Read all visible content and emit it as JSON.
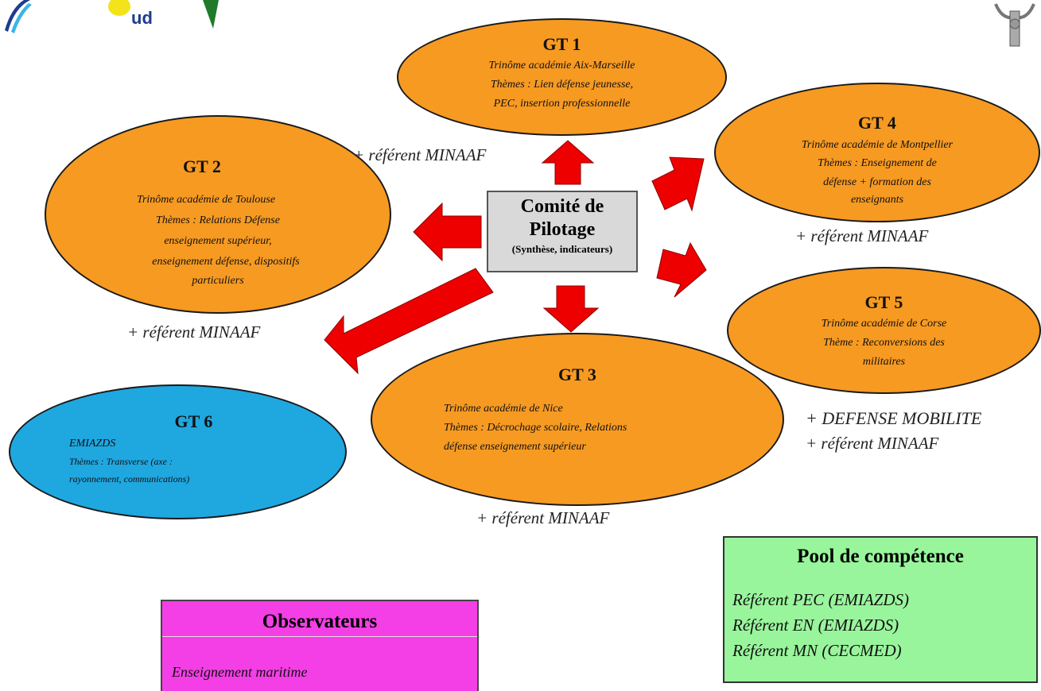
{
  "comite": {
    "line1": "Comité de",
    "line2": "Pilotage",
    "sub": "(Synthèse, indicateurs)"
  },
  "gt1": {
    "title": "GT 1",
    "trinome": "Trinôme académie Aix-Marseille",
    "themes1": "Thèmes : Lien défense jeunesse,",
    "themes2": "PEC, insertion professionnelle",
    "referent": "+ référent MINAAF"
  },
  "gt2": {
    "title": "GT 2",
    "trinome": "Trinôme académie de Toulouse",
    "themes1": "Thèmes : Relations Défense",
    "themes2": "enseignement supérieur,",
    "themes3": "enseignement défense, dispositifs",
    "themes4": "particuliers",
    "referent": "+ référent MINAAF"
  },
  "gt3": {
    "title": "GT 3",
    "trinome": "Trinôme académie de Nice",
    "themes1": "Thèmes : Décrochage scolaire, Relations",
    "themes2": "défense enseignement supérieur",
    "referent": "+ référent MINAAF"
  },
  "gt4": {
    "title": "GT 4",
    "trinome": "Trinôme académie de Montpellier",
    "themes1": "Thèmes : Enseignement de",
    "themes2": "défense + formation des",
    "themes3": "enseignants",
    "referent": "+ référent MINAAF"
  },
  "gt5": {
    "title": "GT 5",
    "trinome": "Trinôme académie de Corse",
    "themes1": "Thème : Reconversions des",
    "themes2": "militaires",
    "extra": "+ DEFENSE MOBILITE",
    "referent": "+ référent MINAAF"
  },
  "gt6": {
    "title": "GT 6",
    "org": "EMIAZDS",
    "themes1": "Thèmes : Transverse (axe :",
    "themes2": "rayonnement, communications)"
  },
  "pool": {
    "title": "Pool de compétence",
    "items": [
      "Référent PEC (EMIAZDS)",
      "Référent EN (EMIAZDS)",
      "Référent MN (CECMED)"
    ]
  },
  "observateurs": {
    "title": "Observateurs",
    "item": "Enseignement maritime"
  },
  "colors": {
    "orange": "#f79a22",
    "blue": "#1fa7e0",
    "grey": "#d9d9d9",
    "green": "#99f59c",
    "magenta": "#f43ee6",
    "arrow": "#ee0000"
  }
}
